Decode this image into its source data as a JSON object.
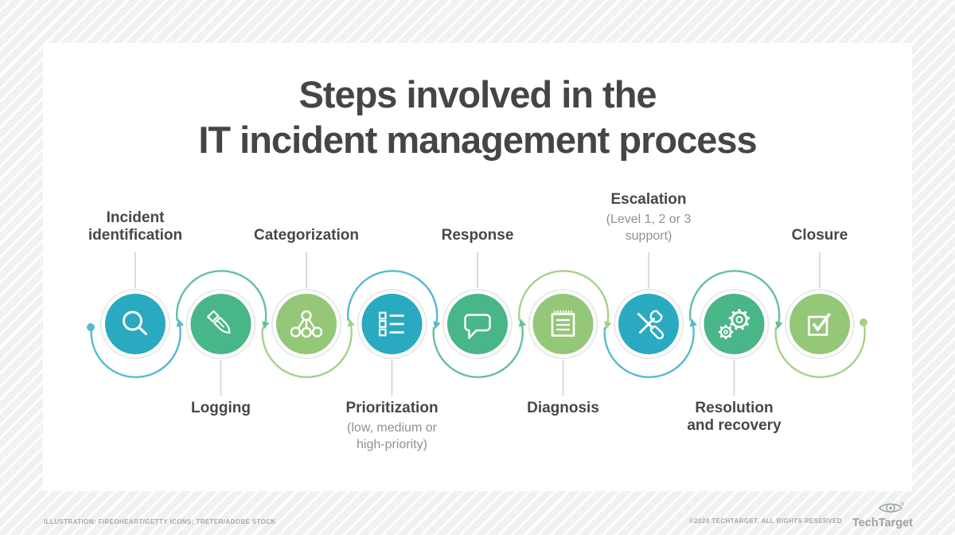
{
  "title": {
    "line1": "Steps involved in the",
    "line2": "IT incident management process"
  },
  "steps": [
    {
      "label": "Incident identification",
      "sublabel": "",
      "icon": "magnifier-icon",
      "position": "above",
      "color_key": "teal"
    },
    {
      "label": "Logging",
      "sublabel": "",
      "icon": "pen-icon",
      "position": "below",
      "color_key": "green"
    },
    {
      "label": "Categorization",
      "sublabel": "",
      "icon": "hierarchy-icon",
      "position": "above",
      "color_key": "light_green"
    },
    {
      "label": "Prioritization",
      "sublabel": "(low, medium or high-priority)",
      "icon": "checklist-icon",
      "position": "below",
      "color_key": "teal"
    },
    {
      "label": "Response",
      "sublabel": "",
      "icon": "speech-bubble-icon",
      "position": "above",
      "color_key": "green"
    },
    {
      "label": "Diagnosis",
      "sublabel": "",
      "icon": "notepad-icon",
      "position": "below",
      "color_key": "light_green"
    },
    {
      "label": "Escalation",
      "sublabel": "(Level 1, 2 or 3 support)",
      "icon": "tools-icon",
      "position": "above",
      "color_key": "teal"
    },
    {
      "label": "Resolution and recovery",
      "sublabel": "",
      "icon": "gears-icon",
      "position": "below",
      "color_key": "green"
    },
    {
      "label": "Closure",
      "sublabel": "",
      "icon": "checkbox-icon",
      "position": "above",
      "color_key": "light_green"
    }
  ],
  "palette": {
    "teal": "#29aac1",
    "teal_arc": "#55bbcd",
    "green": "#49b687",
    "green_arc": "#63c295",
    "light_green": "#94c778",
    "light_green_arc": "#a7d08a",
    "title_color": "#454545",
    "label_color": "#474747",
    "sublabel_color": "#8d9294"
  },
  "footer": {
    "credit": "ILLUSTRATION: FIREOHEART/GETTY ICONS; TRETER/ADOBE STOCK",
    "copyright": "©2024 TECHTARGET. ALL RIGHTS RESERVED",
    "brand": "TechTarget"
  }
}
